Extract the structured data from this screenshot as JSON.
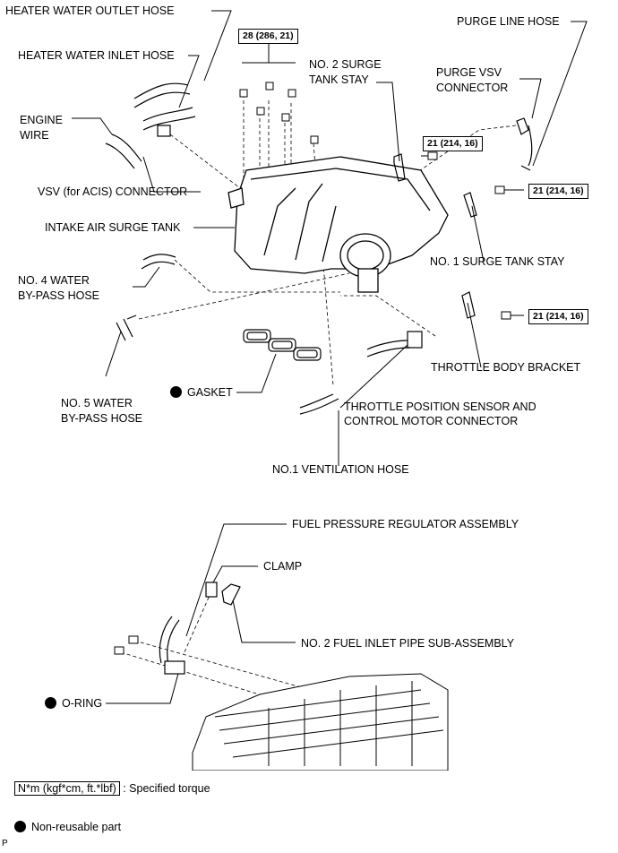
{
  "labels": {
    "heater_outlet_hose": "HEATER WATER OUTLET HOSE",
    "heater_inlet_hose": "HEATER WATER INLET HOSE",
    "engine_wire_1": "ENGINE",
    "engine_wire_2": "WIRE",
    "vsv_acis_connector": "VSV (for ACIS) CONNECTOR",
    "intake_air_surge_tank": "INTAKE AIR SURGE TANK",
    "no4_water_bypass_1": "NO. 4 WATER",
    "no4_water_bypass_2": "BY-PASS HOSE",
    "no5_water_bypass_1": "NO. 5 WATER",
    "no5_water_bypass_2": "BY-PASS HOSE",
    "gasket": "GASKET",
    "no2_surge_tank_stay_1": "NO. 2 SURGE",
    "no2_surge_tank_stay_2": "TANK STAY",
    "purge_line_hose": "PURGE LINE HOSE",
    "purge_vsv_connector_1": "PURGE VSV",
    "purge_vsv_connector_2": "CONNECTOR",
    "no1_surge_tank_stay": "NO. 1 SURGE TANK STAY",
    "throttle_body_bracket": "THROTTLE BODY BRACKET",
    "tps_connector_1": "THROTTLE POSITION SENSOR AND",
    "tps_connector_2": "CONTROL MOTOR CONNECTOR",
    "no1_ventilation_hose": "NO.1 VENTILATION HOSE",
    "fuel_pressure_regulator": "FUEL PRESSURE REGULATOR ASSEMBLY",
    "clamp": "CLAMP",
    "no2_fuel_inlet_pipe": "NO. 2 FUEL INLET PIPE SUB-ASSEMBLY",
    "o_ring": "O-RING"
  },
  "torques": {
    "bolts_main": "28 (286, 21)",
    "stay2": "21 (214, 16)",
    "stay1": "21 (214, 16)",
    "bracket": "21 (214, 16)"
  },
  "legend": {
    "torque_box": "N*m (kgf*cm, ft.*lbf)",
    "torque_text": ": Specified torque",
    "nonreusable_text": "Non-reusable part"
  },
  "corner_mark": "P"
}
